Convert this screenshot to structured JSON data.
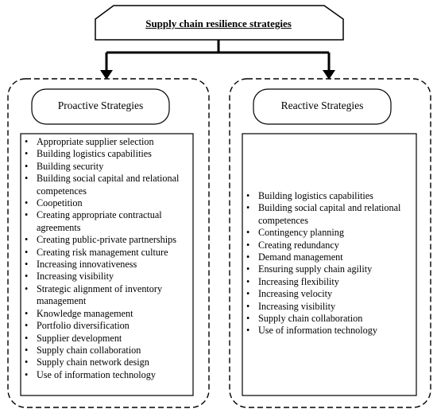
{
  "title": "Supply chain resilience strategies",
  "proactive": {
    "label": "Proactive Strategies",
    "items": [
      "Appropriate supplier selection",
      "Building logistics capabilities",
      "Building security",
      "Building social capital and relational competences",
      "Coopetition",
      "Creating appropriate contractual agreements",
      "Creating public-private partnerships",
      "Creating risk management culture",
      "Increasing innovativeness",
      "Increasing visibility",
      "Strategic alignment of inventory management",
      "Knowledge management",
      "Portfolio diversification",
      "Supplier development",
      "Supply chain collaboration",
      "Supply chain network design",
      "Use of information technology"
    ]
  },
  "reactive": {
    "label": "Reactive Strategies",
    "items": [
      "Building logistics capabilities",
      "Building social capital and relational competences",
      "Contingency planning",
      "Creating redundancy",
      "Demand management",
      "Ensuring supply chain agility",
      "Increasing flexibility",
      "Increasing velocity",
      "Increasing visibility",
      "Supply chain collaboration",
      "Use of information technology"
    ]
  }
}
